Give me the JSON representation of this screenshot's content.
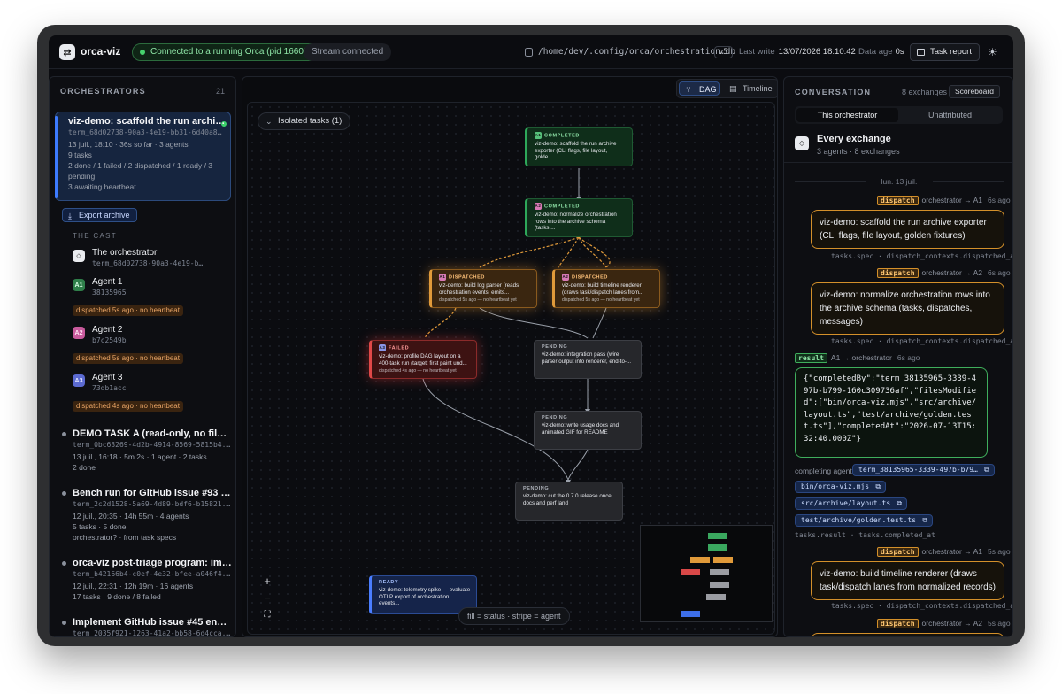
{
  "app": {
    "name": "orca-viz"
  },
  "topbar": {
    "connection": "Connected to a running Orca (pid 1660).",
    "stream": "Stream connected",
    "db_path": "/home/dev/.config/orca/orchestration.db",
    "version": "v5",
    "last_write_label": "Last write",
    "last_write": "13/07/2026 18:10:42",
    "data_age_label": "Data age",
    "data_age": "0s",
    "task_report": "Task report"
  },
  "orchestrators": {
    "header": "ORCHESTRATORS",
    "count": "21",
    "selected": {
      "title": "viz-demo: scaffold the run archive ...",
      "id": "term_68d02738-90a3-4e19-bb31-6d40a8...",
      "meta1": "13 juil., 18:10 · 36s so far · 3 agents",
      "meta2": "9 tasks",
      "meta3": "2 done / 1 failed / 2 dispatched / 1 ready / 3 pending",
      "meta4": "3 awaiting heartbeat"
    },
    "export": "Export archive",
    "cast_label": "THE CAST",
    "cast": [
      {
        "name": "The orchestrator",
        "id": "term_68d02738-90a3-4e19-b…",
        "badge": "◇",
        "warn": ""
      },
      {
        "name": "Agent 1",
        "id": "38135965",
        "badge": "A1",
        "warn": "dispatched 5s ago · no heartbeat"
      },
      {
        "name": "Agent 2",
        "id": "b7c2549b",
        "badge": "A2",
        "warn": "dispatched 5s ago · no heartbeat"
      },
      {
        "name": "Agent 3",
        "id": "73db1acc",
        "badge": "A3",
        "warn": "dispatched 4s ago · no heartbeat"
      }
    ],
    "items": [
      {
        "title": "DEMO TASK A (read-only, no file e...",
        "id": "term_0bc63269-4d2b-4914-8569-5815b4...",
        "m1": "13 juil., 16:18 · 5m 2s · 1 agent · 2 tasks",
        "m2": "2 done"
      },
      {
        "title": "Bench run for GitHub issue #93 (n...",
        "id": "term_2c2d1528-5a69-4d89-bdf6-b15821...",
        "m1": "12 juil., 20:35 · 14h 55m · 4 agents",
        "m2": "5 tasks · 5 done",
        "m3": "orchestrator? · from task specs"
      },
      {
        "title": "orca-viz post-triage program: impl...",
        "id": "term_b42166b4-c0ef-4e32-bfee-a046f4...",
        "m1": "12 juil., 22:31 · 12h 19m · 16 agents",
        "m2": "17 tasks · 9 done / 8 failed"
      },
      {
        "title": "Implement GitHub issue #45 end t...",
        "id": "term_2035f921-1263-41a2-bb58-6d4cca..."
      }
    ]
  },
  "dag": {
    "toggle": {
      "dag": "DAG",
      "timeline": "Timeline"
    },
    "isolated": "Isolated tasks (1)",
    "legend": "fill = status · stripe = agent",
    "nodes": [
      {
        "status": "COMPLETED",
        "agent": "A1",
        "text": "viz-demo: scaffold the run archive exporter (CLI flags, file layout, golde...",
        "sub": ""
      },
      {
        "status": "COMPLETED",
        "agent": "A2",
        "text": "viz-demo: normalize orchestration rows into the archive schema (tasks,...",
        "sub": ""
      },
      {
        "status": "DISPATCHED",
        "agent": "A1",
        "text": "viz-demo: build log parser (reads orchestration events, emits...",
        "sub": "dispatched 5s ago — no heartbeat yet"
      },
      {
        "status": "DISPATCHED",
        "agent": "A2",
        "text": "viz-demo: build timeline renderer (draws task/dispatch lanes from...",
        "sub": "dispatched 5s ago — no heartbeat yet"
      },
      {
        "status": "FAILED",
        "agent": "A3",
        "text": "viz-demo: profile DAG layout on a 400-task run (target: first paint und...",
        "sub": "dispatched 4s ago — no heartbeat yet"
      },
      {
        "status": "PENDING",
        "agent": "",
        "text": "viz-demo: integration pass (wire parser output into renderer, end-to-...",
        "sub": ""
      },
      {
        "status": "PENDING",
        "agent": "",
        "text": "viz-demo: write usage docs and animated GIF for README",
        "sub": ""
      },
      {
        "status": "PENDING",
        "agent": "",
        "text": "viz-demo: cut the 0.7.0 release once docs and perf land",
        "sub": ""
      },
      {
        "status": "READY",
        "agent": "",
        "text": "viz-demo: telemetry spike — evaluate OTLP export of orchestration events...",
        "sub": ""
      }
    ]
  },
  "conversation": {
    "header": "CONVERSATION",
    "exchanges": "8 exchanges",
    "scoreboard": "Scoreboard",
    "tab_this": "This orchestrator",
    "tab_unattr": "Unattributed",
    "every_title": "Every exchange",
    "every_sub": "3 agents · 8 exchanges",
    "date": "lun. 13 juil.",
    "messages": [
      {
        "tag": "dispatch",
        "route": "orchestrator → A1",
        "time": "6s ago",
        "text": "viz-demo: scaffold the run archive exporter (CLI flags, file layout, golden fixtures)",
        "src": "tasks.spec · dispatch_contexts.dispatched_at"
      },
      {
        "tag": "dispatch",
        "route": "orchestrator → A2",
        "time": "6s ago",
        "text": "viz-demo: normalize orchestration rows into the archive schema (tasks, dispatches, messages)",
        "src": "tasks.spec · dispatch_contexts.dispatched_at"
      },
      {
        "tag": "result",
        "route": "A1 → orchestrator",
        "time": "6s ago",
        "text": "{\"completedBy\":\"term_38135965-3339-497b-b799-160c309736af\",\"filesModified\":[\"bin/orca-viz.mjs\",\"src/archive/layout.ts\",\"test/archive/golden.test.ts\"],\"completedAt\":\"2026-07-13T15:32:40.000Z\"}",
        "src": "tasks.result · tasks.completed_at"
      },
      {
        "tag": "dispatch",
        "route": "orchestrator → A1",
        "time": "5s ago",
        "text": "viz-demo: build timeline renderer (draws task/dispatch lanes from normalized records)",
        "src": "tasks.spec · dispatch_contexts.dispatched_at"
      },
      {
        "tag": "dispatch",
        "route": "orchestrator → A2",
        "time": "5s ago"
      }
    ],
    "completing_agent_label": "completing agent",
    "completing_agent": "term_38135965-3339-497b-b79…",
    "files": [
      "bin/orca-viz.mjs",
      "src/archive/layout.ts",
      "test/archive/golden.test.ts"
    ]
  },
  "colors": {
    "accent": "#3d7bff",
    "completed": "#2ea85a",
    "dispatched": "#e09a3a",
    "failed": "#e04848",
    "pending": "#6a6d73",
    "ready": "#4a7dff"
  }
}
